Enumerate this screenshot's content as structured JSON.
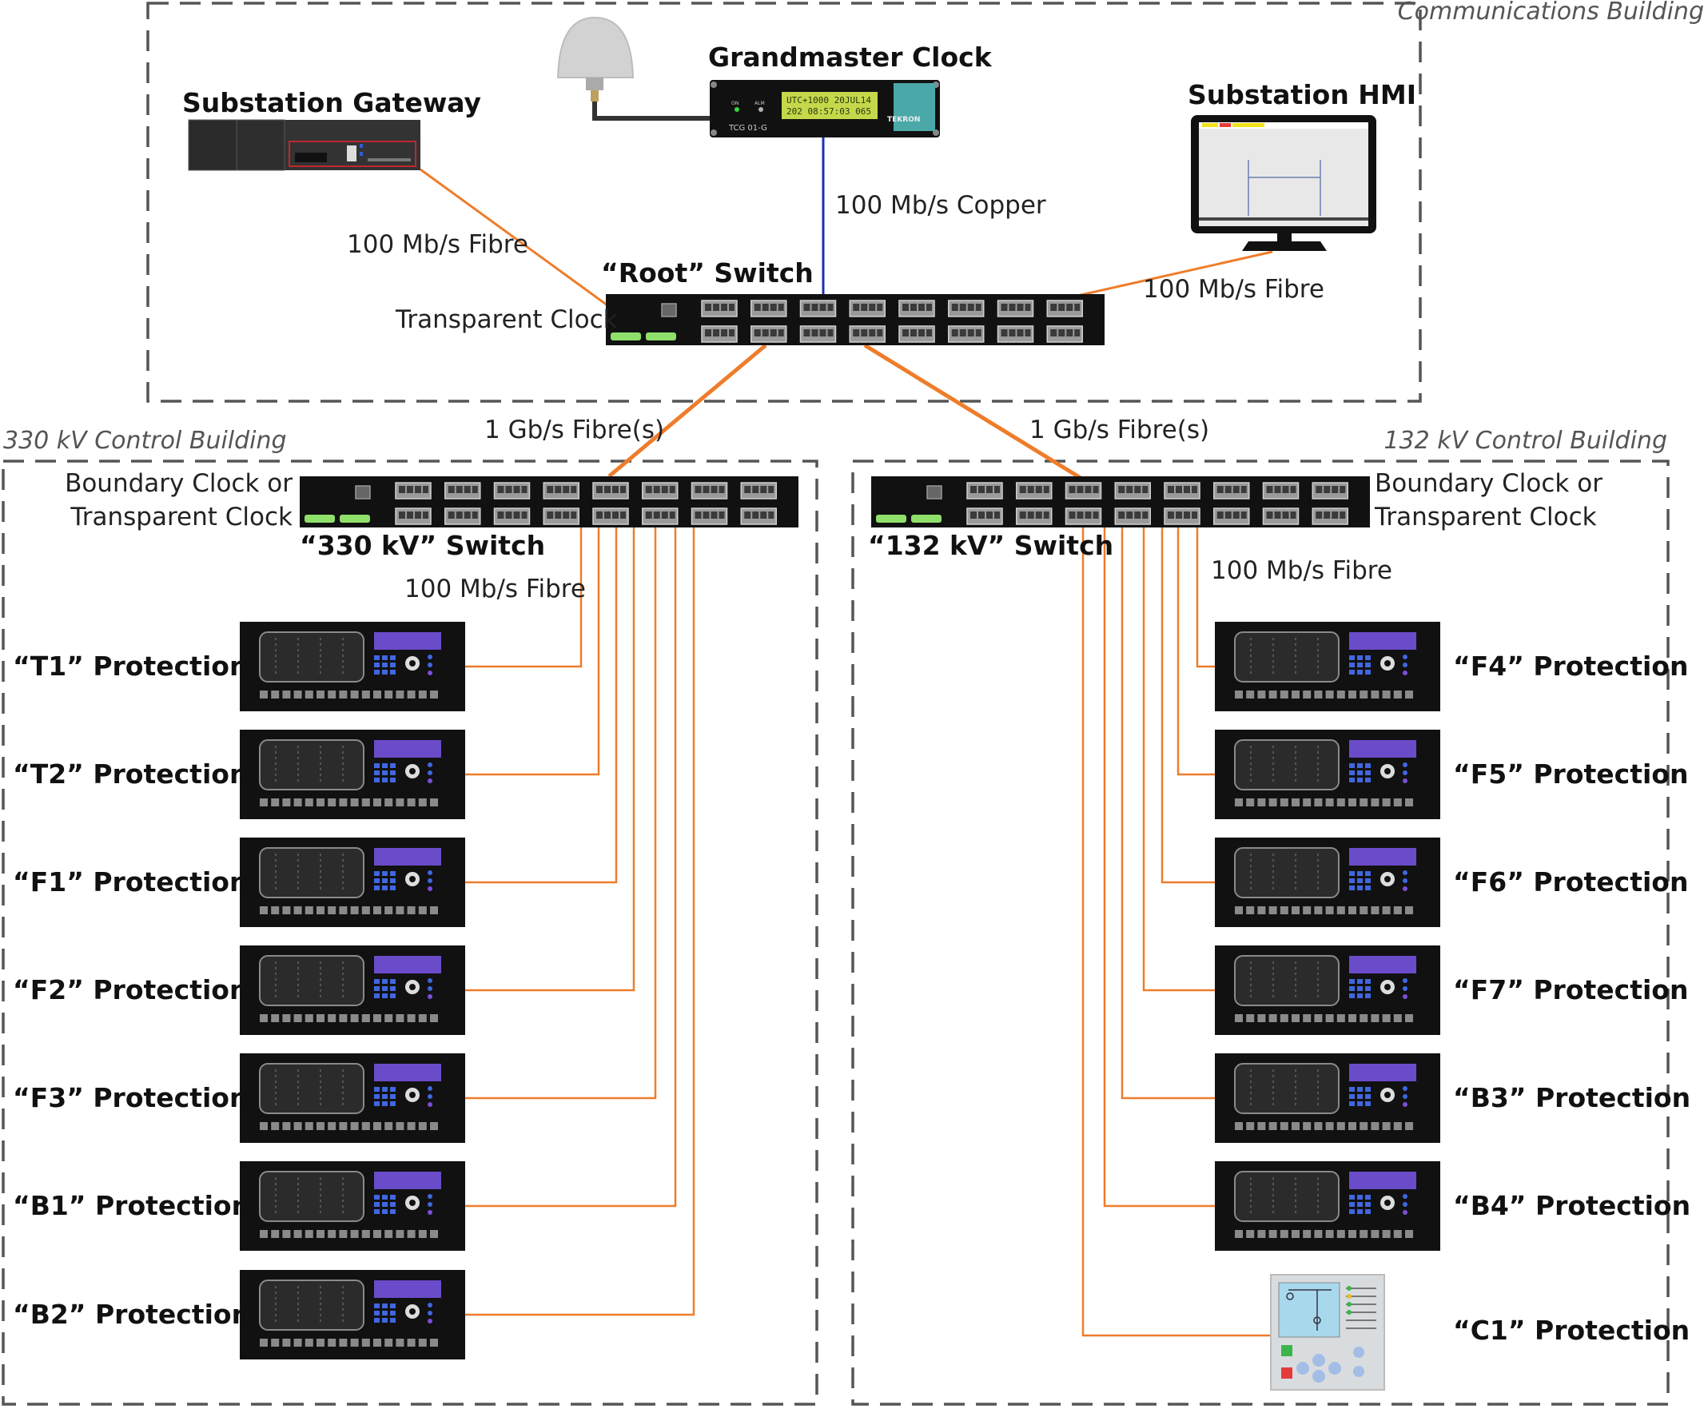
{
  "buildings": {
    "communications": "Communications Building",
    "kv330": "330 kV Control Building",
    "kv132": "132 kV Control Building"
  },
  "devices": {
    "grandmaster": "Grandmaster Clock",
    "gateway": "Substation Gateway",
    "hmi": "Substation HMI",
    "root_switch": "“Root” Switch",
    "root_clock_mode": "Transparent Clock",
    "switch_330": "“330 kV” Switch",
    "switch_132": "“132 kV” Switch",
    "boundary_clock_line1": "Boundary Clock or",
    "boundary_clock_line2": "Transparent Clock"
  },
  "clock_display": {
    "line1": "UTC+1000 20JUL14",
    "line2": "202 08:57:03 065",
    "model": "TCG 01-G",
    "brand": "TEKRON",
    "led1": "ON",
    "led2": "ALM"
  },
  "links": {
    "copper": "100 Mb/s Copper",
    "gateway_fibre": "100 Mb/s Fibre",
    "hmi_fibre": "100 Mb/s Fibre",
    "uplink_330": "1 Gb/s Fibre(s)",
    "uplink_132": "1 Gb/s Fibre(s)",
    "feeder_330": "100 Mb/s Fibre",
    "feeder_132": "100 Mb/s Fibre"
  },
  "protection_330": [
    "“T1” Protection",
    "“T2” Protection",
    "“F1” Protection",
    "“F2” Protection",
    "“F3” Protection",
    "“B1” Protection",
    "“B2” Protection"
  ],
  "protection_132": [
    "“F4” Protection",
    "“F5” Protection",
    "“F6” Protection",
    "“F7” Protection",
    "“B3” Protection",
    "“B4” Protection",
    "“C1” Protection"
  ],
  "colors": {
    "fibre": "#ee7d2b",
    "copper": "#1f2fb0",
    "border": "#555555",
    "device": "#111111",
    "relay_screen": "#6a4bc9"
  }
}
